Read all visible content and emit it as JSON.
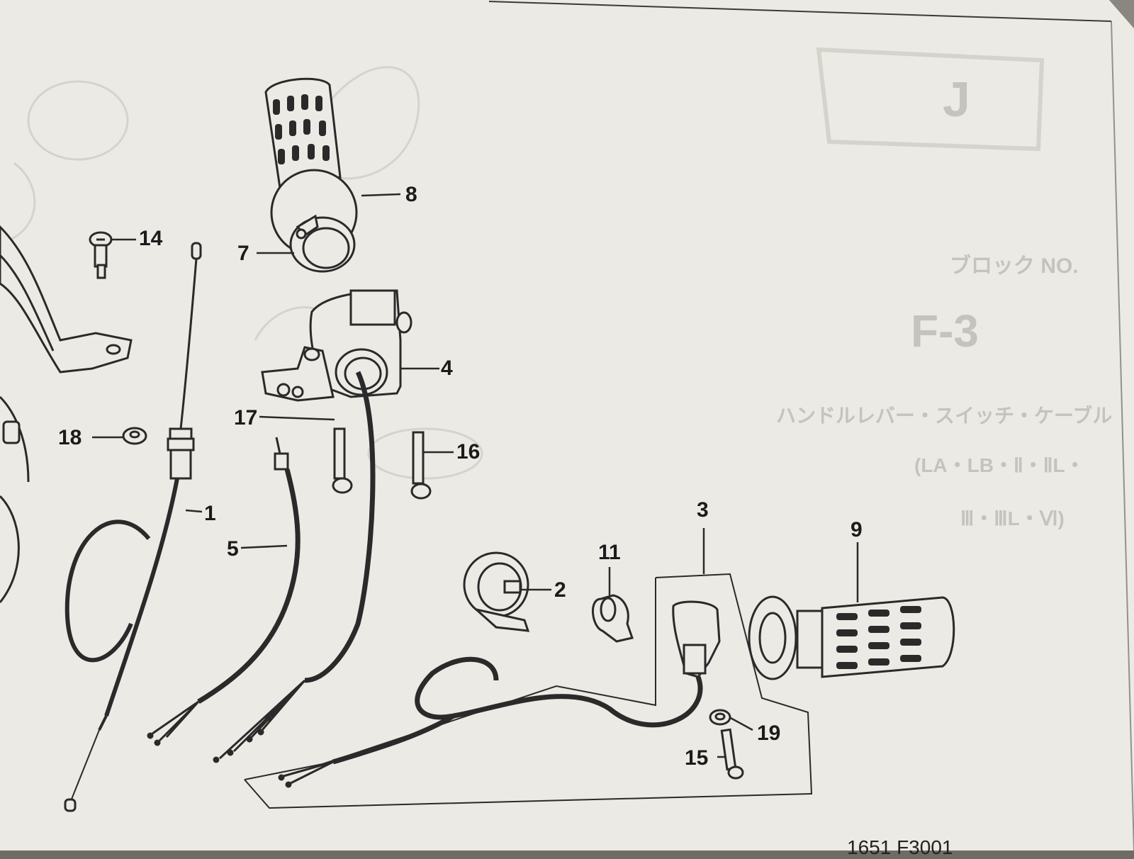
{
  "colors": {
    "paper": "#eceae4",
    "ink": "#2a2a2a",
    "ghost": "#c4c2bb",
    "backdrop": "#6f6c66"
  },
  "background_text": {
    "lot_no": "ブロック NO.",
    "section_code": "F-3",
    "section_title": "ハンドルレバー・スイッチ・ケーブル",
    "models_line1": "(LA・LB・Ⅱ・ⅡL・",
    "models_line2": "Ⅲ・ⅢL・Ⅵ)",
    "tab_mark": "J",
    "footer_code": "1651 F3001"
  },
  "parts": [
    {
      "no": "1",
      "part": "cable"
    },
    {
      "no": "2",
      "part": "collar-ring"
    },
    {
      "no": "3",
      "part": "switch-assembly"
    },
    {
      "no": "4",
      "part": "switch-housing"
    },
    {
      "no": "5",
      "part": "wire-harness"
    },
    {
      "no": "7",
      "part": "throttle-pipe"
    },
    {
      "no": "8",
      "part": "grip-right"
    },
    {
      "no": "9",
      "part": "grip-left"
    },
    {
      "no": "11",
      "part": "clamp"
    },
    {
      "no": "14",
      "part": "pivot-bolt"
    },
    {
      "no": "15",
      "part": "screw"
    },
    {
      "no": "16",
      "part": "screw"
    },
    {
      "no": "17",
      "part": "screw"
    },
    {
      "no": "18",
      "part": "nut"
    },
    {
      "no": "19",
      "part": "washer"
    }
  ]
}
